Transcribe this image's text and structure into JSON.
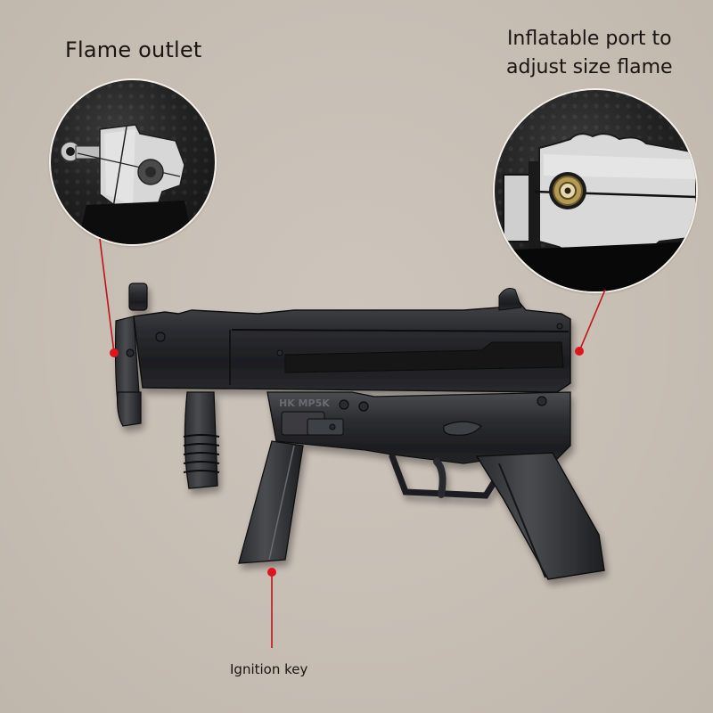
{
  "annotations": {
    "flame_outlet": {
      "label": "Flame outlet"
    },
    "inflatable_port": {
      "line1": "Inflatable port to",
      "line2": "adjust size flame"
    },
    "ignition_key": {
      "label": "Ignition key"
    }
  },
  "product": {
    "engraving": "HK MP5K",
    "subject": "Submachine-gun shaped metal lighter (black finish)"
  },
  "colors": {
    "background": "#c8bfb6",
    "leader_line": "#c0141c",
    "text": "#1a1512",
    "circle_border": "#f4efe8",
    "gun_body": "#2a2b2e",
    "brass_valve": "#b49a55"
  }
}
